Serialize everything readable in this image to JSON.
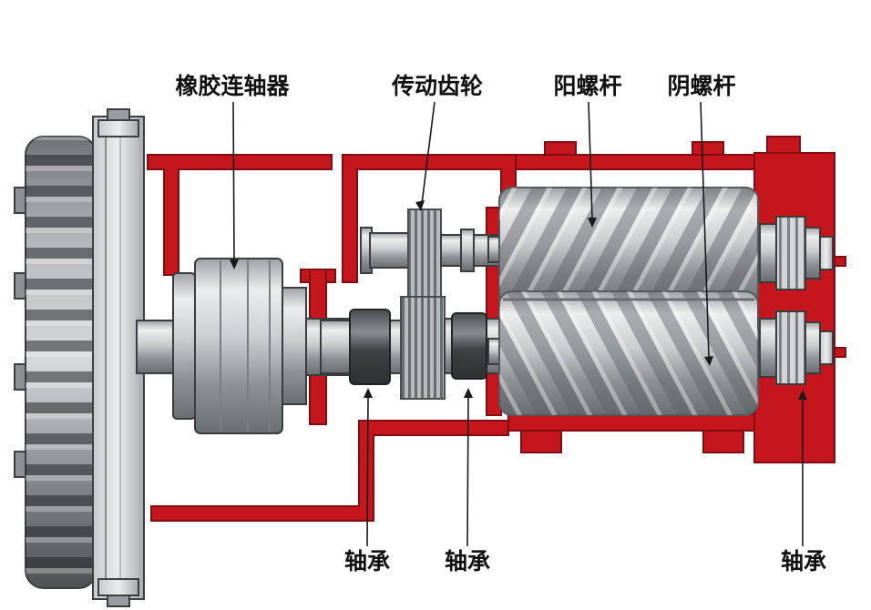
{
  "diagram": {
    "type": "technical-cutaway",
    "subject": "twin-screw compressor cross-section",
    "labels": {
      "coupling": "橡胶连轴器",
      "drive_gear": "传动齿轮",
      "male_rotor": "阳螺杆",
      "female_rotor": "阴螺杆",
      "bearing_left": "轴承",
      "bearing_mid": "轴承",
      "bearing_right": "轴承"
    },
    "colors": {
      "casing_red": "#c4161c",
      "casing_edge": "#7e0e12",
      "metal_light": "#e9eaeb",
      "metal_dark": "#6b6e71",
      "background": "#ffffff",
      "label_text": "#111111"
    }
  }
}
